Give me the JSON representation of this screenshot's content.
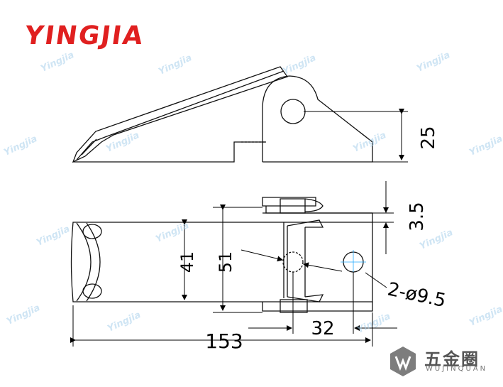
{
  "brand": {
    "name": "YINGJIA",
    "color": "#e02020"
  },
  "footer": {
    "name": "五金圈",
    "sub": "WUJINQUAN",
    "logo_icon": "wujinquan-logo-icon"
  },
  "watermark": {
    "text": "Yingjia"
  },
  "dimensions": {
    "height_25": "25",
    "thickness_35": "3.5",
    "width_41": "41",
    "width_51": "51",
    "hole_spacing_32": "32",
    "length_153": "153",
    "holes": "2-ø9.5"
  },
  "colors": {
    "line": "#111111",
    "dim": "#000000",
    "watermark": "#a9d0ec"
  }
}
